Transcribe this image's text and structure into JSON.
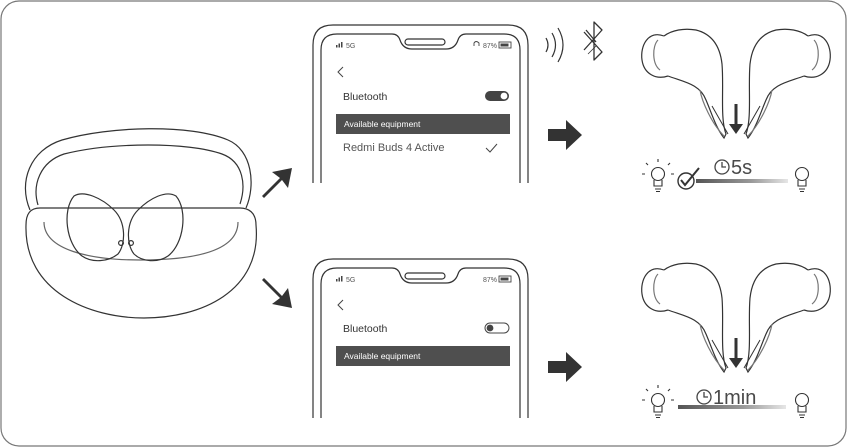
{
  "top_phone": {
    "status_left": "5G",
    "status_right": "87%",
    "title": "Bluetooth",
    "section": "Available equipment",
    "device": "Redmi Buds 4 Active",
    "toggle_on": true
  },
  "bottom_phone": {
    "status_left": "5G",
    "status_right": "87%",
    "title": "Bluetooth",
    "section": "Available equipment",
    "toggle_on": false
  },
  "top_timer": "5s",
  "bottom_timer": "1min",
  "icons": {
    "case": "earbuds-case",
    "arrow_up": "arrow-up-right-icon",
    "arrow_down": "arrow-down-right-icon",
    "arrow_right": "arrow-right-icon",
    "bluetooth": "bluetooth-icon",
    "waves": "signal-waves-icon",
    "bulb_on": "light-bulb-on-icon",
    "bulb_off": "light-bulb-off-icon",
    "check": "check-icon",
    "clock": "clock-icon"
  }
}
